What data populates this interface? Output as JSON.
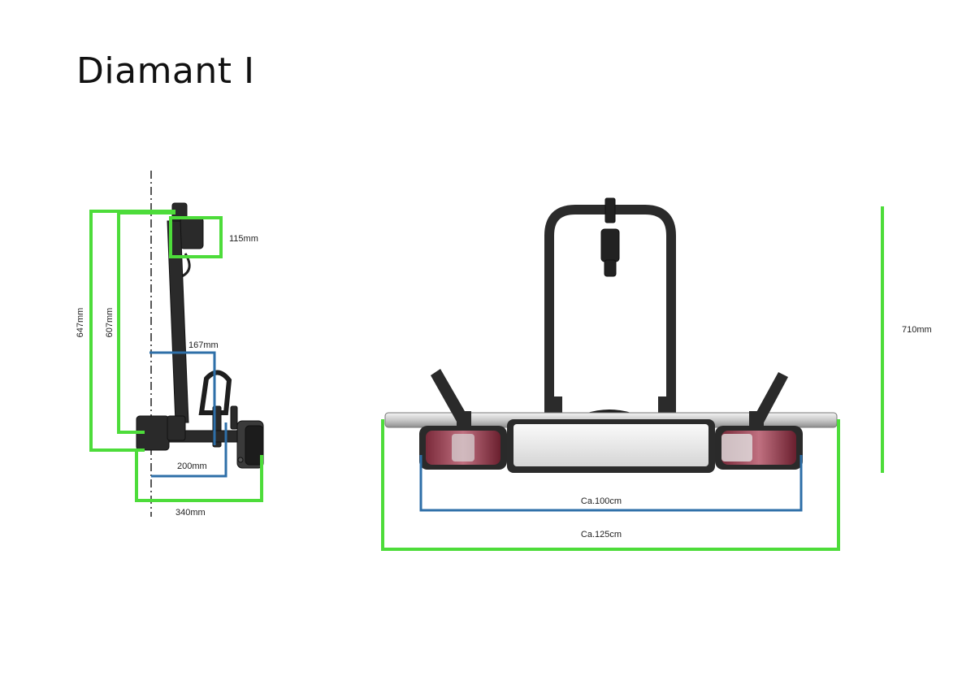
{
  "title": "Diamant I",
  "side_view": {
    "dim_647": "647mm",
    "dim_607": "607mm",
    "dim_115": "115mm",
    "dim_167": "167mm",
    "dim_200": "200mm",
    "dim_340": "340mm"
  },
  "front_view": {
    "dim_710": "710mm",
    "dim_100": "Ca.100cm",
    "dim_125": "Ca.125cm"
  },
  "colors": {
    "green_dimension": "#4ddc3a",
    "blue_dimension": "#2e6fa8",
    "frame": "#2b2b2b"
  }
}
